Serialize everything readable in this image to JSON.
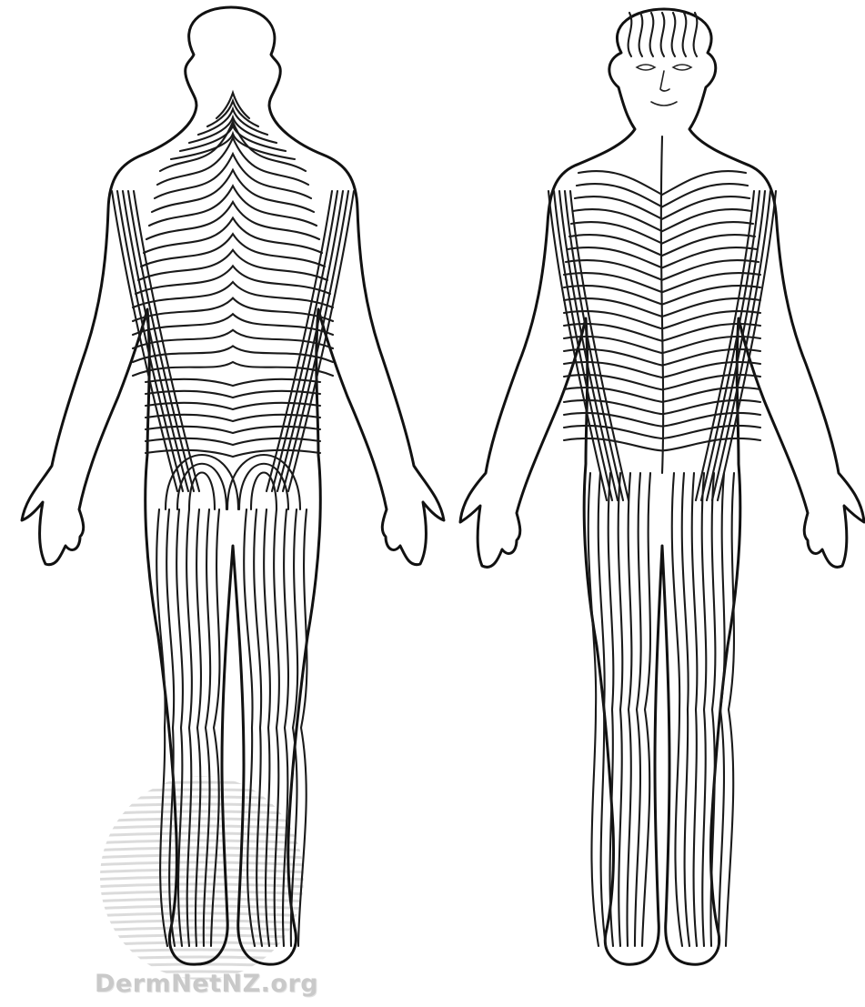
{
  "watermark": {
    "text": "DermNetNZ.org",
    "logo": "dermnet-globe-logo",
    "color": "#c9c9c9"
  },
  "figures": [
    {
      "name": "back-view-body",
      "icon": "human-figure-posterior"
    },
    {
      "name": "front-view-body",
      "icon": "human-figure-anterior"
    }
  ],
  "colors": {
    "ink": "#111111",
    "background": "#ffffff"
  }
}
